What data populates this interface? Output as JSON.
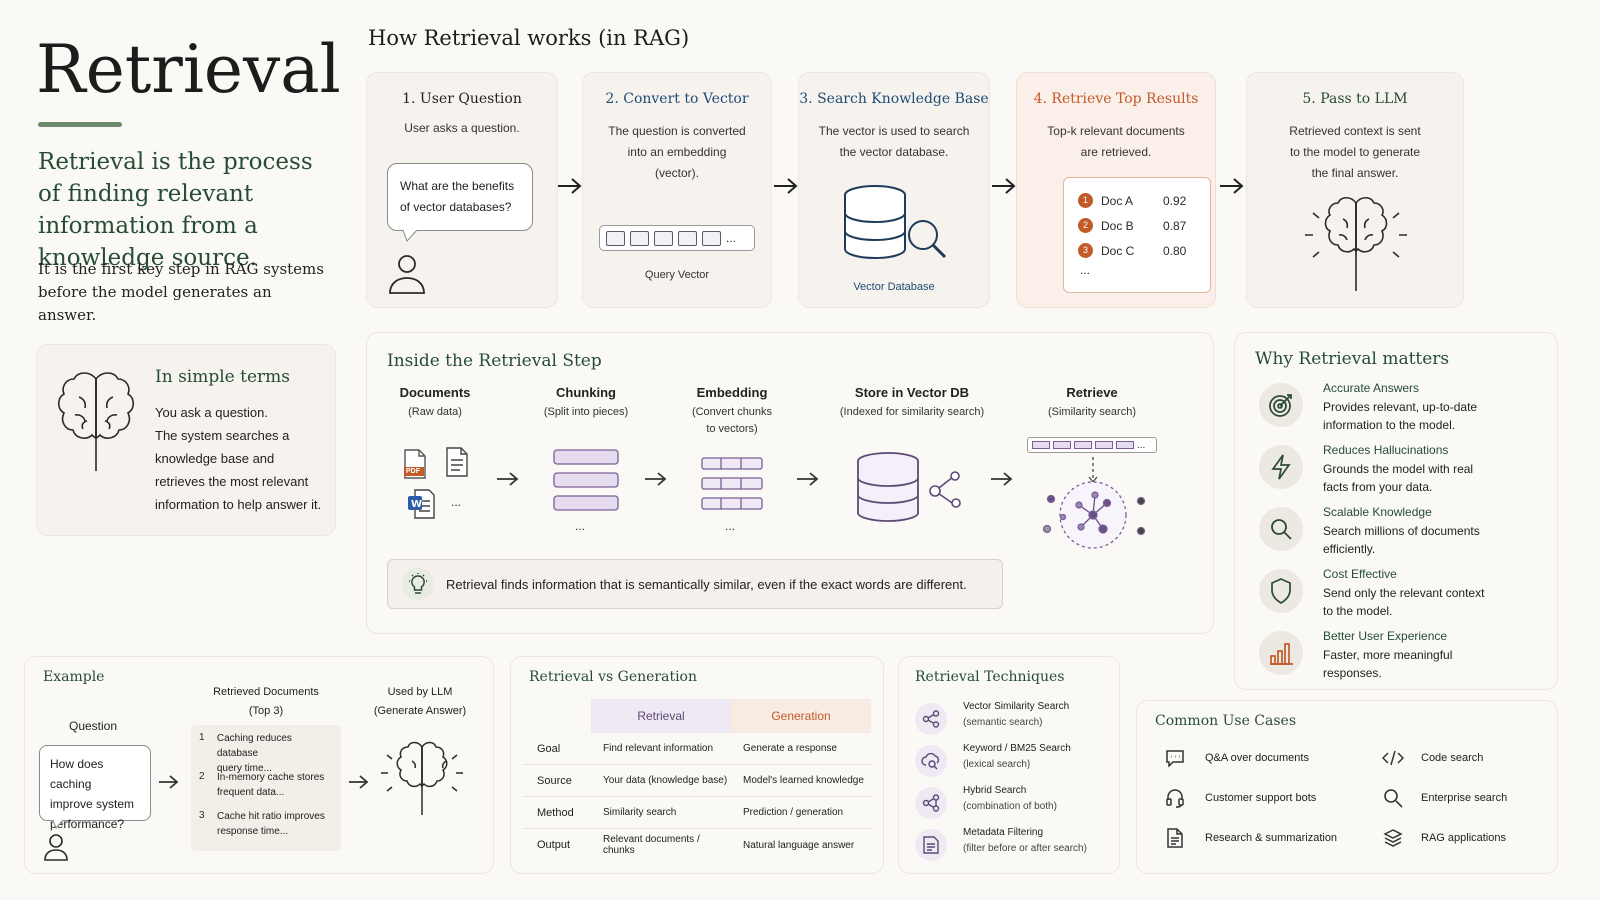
{
  "title": "Retrieval",
  "intro": {
    "headline": "Retrieval is the process of finding relevant information from a knowledge source.",
    "subtext": "It is the first key step in RAG systems before the model generates an answer."
  },
  "simple_terms": {
    "title": "In simple terms",
    "lines": [
      "You ask a question.",
      "The system searches a",
      "knowledge base and",
      "retrieves the most relevant",
      "information to help answer it."
    ]
  },
  "how_it_works": {
    "title": "How Retrieval works (in RAG)",
    "steps": [
      {
        "title": "1. User Question",
        "desc": [
          "User asks a question."
        ],
        "bubble": [
          "What are the benefits",
          "of vector databases?"
        ]
      },
      {
        "title": "2. Convert to Vector",
        "desc": [
          "The question is converted",
          "into an embedding",
          "(vector)."
        ],
        "caption": "Query Vector",
        "ellipsis": "..."
      },
      {
        "title": "3. Search Knowledge Base",
        "desc": [
          "The vector is used to search",
          "the vector database."
        ],
        "caption": "Vector Database"
      },
      {
        "title": "4. Retrieve Top Results",
        "desc": [
          "Top-k relevant documents",
          "are retrieved."
        ],
        "results": [
          {
            "n": "1",
            "doc": "Doc A",
            "score": "0.92"
          },
          {
            "n": "2",
            "doc": "Doc B",
            "score": "0.87"
          },
          {
            "n": "3",
            "doc": "Doc C",
            "score": "0.80"
          }
        ],
        "more": "..."
      },
      {
        "title": "5. Pass to LLM",
        "desc": [
          "Retrieved context is sent",
          "to the model to generate",
          "the final answer."
        ]
      }
    ],
    "arrow": "→"
  },
  "inside": {
    "title": "Inside the Retrieval Step",
    "steps": [
      {
        "title": "Documents",
        "sub": [
          "(Raw data)"
        ]
      },
      {
        "title": "Chunking",
        "sub": [
          "(Split into pieces)"
        ]
      },
      {
        "title": "Embedding",
        "sub": [
          "(Convert chunks",
          "to vectors)"
        ]
      },
      {
        "title": "Store in Vector DB",
        "sub": [
          "(Indexed for similarity search)"
        ]
      },
      {
        "title": "Retrieve",
        "sub": [
          "(Similarity search)"
        ]
      }
    ],
    "ellipsis": "...",
    "pdf_label": "PDF",
    "tip": "Retrieval finds information that is semantically similar, even if the exact words are different."
  },
  "why": {
    "title": "Why Retrieval matters",
    "items": [
      {
        "icon": "target-icon",
        "title": "Accurate Answers",
        "desc": [
          "Provides relevant, up-to-date",
          "information to the model."
        ]
      },
      {
        "icon": "lightning-icon",
        "title": "Reduces Hallucinations",
        "desc": [
          "Grounds the model with real",
          "facts from your data."
        ]
      },
      {
        "icon": "search-icon",
        "title": "Scalable Knowledge",
        "desc": [
          "Search millions of documents",
          "efficiently."
        ]
      },
      {
        "icon": "shield-icon",
        "title": "Cost Effective",
        "desc": [
          "Send only the relevant context",
          "to the model."
        ]
      },
      {
        "icon": "bar-chart-icon",
        "title": "Better User Experience",
        "desc": [
          "Faster, more meaningful",
          "responses."
        ]
      }
    ]
  },
  "example": {
    "title": "Example",
    "question_label": "Question",
    "question": [
      "How does caching",
      "improve system",
      "performance?"
    ],
    "docs_label": [
      "Retrieved Documents",
      "(Top 3)"
    ],
    "docs": [
      {
        "n": "1",
        "lines": [
          "Caching reduces database",
          "query time..."
        ]
      },
      {
        "n": "2",
        "lines": [
          "In-memory cache stores",
          "frequent data..."
        ]
      },
      {
        "n": "3",
        "lines": [
          "Cache hit ratio improves",
          "response time..."
        ]
      }
    ],
    "llm_label": [
      "Used by LLM",
      "(Generate Answer)"
    ]
  },
  "versus": {
    "title": "Retrieval vs Generation",
    "headers": [
      "Retrieval",
      "Generation"
    ],
    "rows": [
      {
        "label": "Goal",
        "r": "Find relevant information",
        "g": "Generate a response"
      },
      {
        "label": "Source",
        "r": "Your data (knowledge base)",
        "g": "Model's learned knowledge"
      },
      {
        "label": "Method",
        "r": "Similarity search",
        "g": "Prediction / generation"
      },
      {
        "label": "Output",
        "r": "Relevant documents / chunks",
        "g": "Natural language answer"
      }
    ]
  },
  "techniques": {
    "title": "Retrieval Techniques",
    "items": [
      {
        "icon": "share-icon",
        "title": "Vector Similarity Search",
        "sub": "(semantic search)"
      },
      {
        "icon": "cloud-search-icon",
        "title": "Keyword / BM25 Search",
        "sub": "(lexical search)"
      },
      {
        "icon": "hybrid-icon",
        "title": "Hybrid Search",
        "sub": "(combination of both)"
      },
      {
        "icon": "document-filter-icon",
        "title": "Metadata Filtering",
        "sub": "(filter before or after search)"
      }
    ]
  },
  "use_cases": {
    "title": "Common Use Cases",
    "items": [
      {
        "icon": "chat-icon",
        "label": "Q&A over documents"
      },
      {
        "icon": "code-icon",
        "label": "Code search"
      },
      {
        "icon": "headset-icon",
        "label": "Customer support bots"
      },
      {
        "icon": "search-icon",
        "label": "Enterprise search"
      },
      {
        "icon": "document-icon",
        "label": "Research & summarization"
      },
      {
        "icon": "layers-icon",
        "label": "RAG applications"
      }
    ]
  },
  "colors": {
    "accent_green": "#264d34",
    "accent_orange": "#c25a2a",
    "accent_blue": "#1f4a74",
    "accent_purple": "#7b5f96"
  }
}
